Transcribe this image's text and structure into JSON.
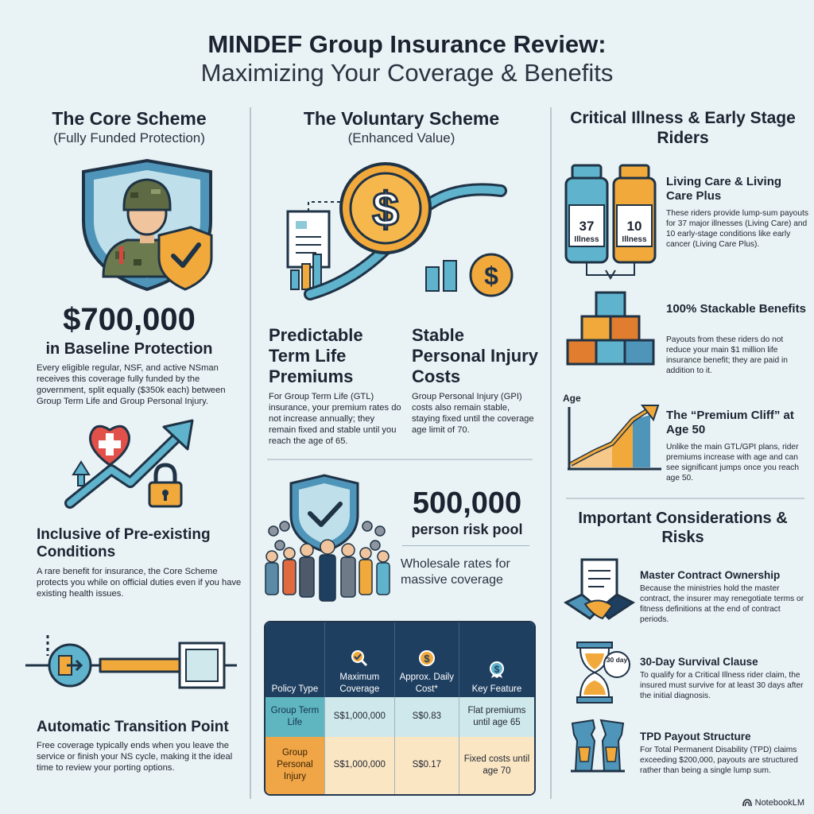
{
  "title": {
    "line1": "MINDEF Group Insurance Review:",
    "line2": "Maximizing Your Coverage & Benefits"
  },
  "left": {
    "heading": "The Core Scheme",
    "subheading": "(Fully Funded Protection)",
    "amount": "$700,000",
    "amount_caption": "in Baseline Protection",
    "amount_body": "Every eligible regular, NSF, and active NSman receives this coverage fully funded by the government, split equally ($350k each) between Group Term Life and Group Personal Injury.",
    "preexisting_heading": "Inclusive of Pre-existing Conditions",
    "preexisting_body": "A rare benefit for insurance, the Core Scheme protects you while on official duties even if you have existing health issues.",
    "transition_heading": "Automatic Transition Point",
    "transition_body": "Free coverage typically ends when you leave the service or finish your NS cycle, making it the ideal time to review your porting options."
  },
  "middle": {
    "heading": "The Voluntary Scheme",
    "subheading": "(Enhanced Value)",
    "gtl_heading": "Predictable Term Life Premiums",
    "gtl_body": "For Group Term Life (GTL) insurance, your premium rates do not increase annually; they remain fixed and stable until you reach the age of 65.",
    "gpi_heading": "Stable Personal Injury Costs",
    "gpi_body": "Group Personal Injury (GPI) costs also remain stable, staying fixed until the coverage age limit of 70.",
    "pool_number": "500,000",
    "pool_caption": "person risk pool",
    "pool_body": "Wholesale rates for massive coverage",
    "table": {
      "headers": [
        "Policy Type",
        "Maximum Coverage",
        "Approx. Daily Cost*",
        "Key Feature"
      ],
      "rows": [
        [
          "Group Term Life",
          "S$1,000,000",
          "S$0.83",
          "Flat premiums until age 65"
        ],
        [
          "Group Personal Injury",
          "S$1,000,000",
          "S$0.17",
          "Fixed costs until age 70"
        ]
      ]
    }
  },
  "right": {
    "heading": "Critical Illness & Early Stage Riders",
    "bottle1_num": "37",
    "bottle1_label": "Illness",
    "bottle2_num": "10",
    "bottle2_label": "Illness",
    "living_heading": "Living Care & Living Care Plus",
    "living_body": "These riders provide lump-sum payouts for 37 major illnesses (Living Care) and 10 early-stage conditions like early cancer (Living Care Plus).",
    "stack_heading": "100% Stackable Benefits",
    "stack_body": "Payouts from these riders do not reduce your main $1 million life insurance benefit; they are paid in addition to it.",
    "chart_axis_label": "Age",
    "cliff_heading": "The “Premium Cliff” at Age 50",
    "cliff_body": "Unlike the main GTL/GPI plans, rider premiums increase with age and can see significant jumps once you reach age 50.",
    "risks_heading": "Important Considerations & Risks",
    "master_heading": "Master Contract Ownership",
    "master_body": "Because the ministries hold the master contract, the insurer may renegotiate terms or fitness definitions at the end of contract periods.",
    "hourglass_label": "30 day",
    "survival_heading": "30-Day Survival Clause",
    "survival_body": "To qualify for a Critical Illness rider claim, the insured must survive for at least 30 days after the initial diagnosis.",
    "tpd_heading": "TPD Payout Structure",
    "tpd_body": "For Total Permanent Disability (TPD) claims exceeding $200,000, payouts are structured rather than being a single lump sum."
  },
  "footer": {
    "brand": "NotebookLM"
  }
}
